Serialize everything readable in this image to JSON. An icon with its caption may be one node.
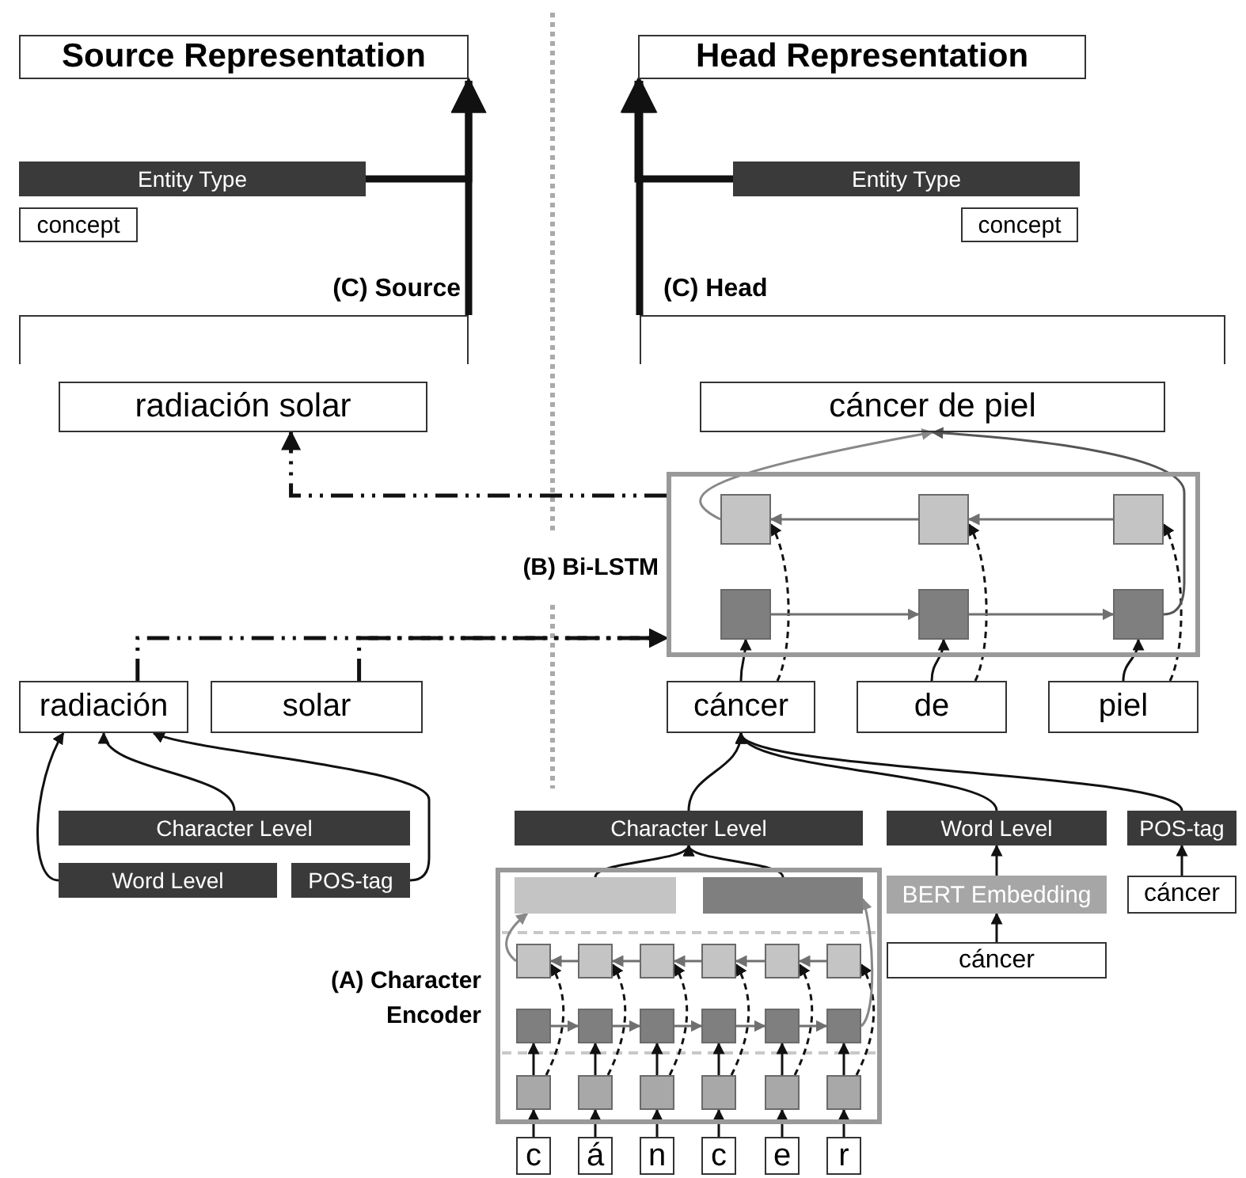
{
  "diagram": {
    "nodes": [
      {
        "text": [
          "Source Representation"
        ]
      },
      {
        "text": [
          "Head Representation"
        ]
      },
      {
        "text": [
          "Entity Type"
        ]
      },
      {
        "text": [
          "concept"
        ]
      },
      {
        "text": [
          "Entity Type"
        ]
      },
      {
        "text": [
          "concept"
        ]
      },
      {
        "text": [
          "(C) Source"
        ]
      },
      {
        "text": [
          "(C) Head"
        ]
      },
      {
        "text": [
          "radiación solar"
        ]
      },
      {
        "text": [
          "cáncer de piel"
        ]
      },
      {
        "text": [
          "(B) Bi-LSTM"
        ]
      },
      {
        "text": [],
        "shape": "box",
        "in": 10
      },
      {
        "text": [],
        "shape": "box",
        "in": 10
      },
      {
        "text": [],
        "shape": "box",
        "in": 10
      },
      {
        "text": [],
        "shape": "box",
        "in": 10
      },
      {
        "text": [],
        "shape": "box",
        "in": 10
      },
      {
        "text": [],
        "shape": "box",
        "in": 10
      },
      {
        "text": [
          "radiación"
        ]
      },
      {
        "text": [
          "solar"
        ]
      },
      {
        "text": [
          "cáncer"
        ]
      },
      {
        "text": [
          "de"
        ]
      },
      {
        "text": [
          "piel"
        ]
      },
      {
        "text": [
          "Character Level"
        ]
      },
      {
        "text": [
          "Word Level"
        ]
      },
      {
        "text": [
          "POS-tag"
        ]
      },
      {
        "text": [
          "Character Level"
        ]
      },
      {
        "text": [
          "Word Level"
        ]
      },
      {
        "text": [
          "POS-tag"
        ]
      },
      {
        "text": [
          "BERT Embedding"
        ]
      },
      {
        "text": [
          "cáncer"
        ]
      },
      {
        "text": [
          "cáncer"
        ]
      },
      {
        "text": [
          "(A) Character Encoder"
        ]
      },
      {
        "text": [],
        "shape": "bar",
        "in": 31
      },
      {
        "text": [],
        "shape": "bar",
        "in": 31
      },
      {
        "text": [],
        "shape": "box",
        "in": 31
      },
      {
        "text": [],
        "shape": "box",
        "in": 31
      },
      {
        "text": [],
        "shape": "box",
        "in": 31
      },
      {
        "text": [],
        "shape": "box",
        "in": 31
      },
      {
        "text": [],
        "shape": "box",
        "in": 31
      },
      {
        "text": [],
        "shape": "box",
        "in": 31
      },
      {
        "text": [],
        "shape": "box",
        "in": 31
      },
      {
        "text": [],
        "shape": "box",
        "in": 31
      },
      {
        "text": [],
        "shape": "box",
        "in": 31
      },
      {
        "text": [],
        "shape": "box",
        "in": 31
      },
      {
        "text": [],
        "shape": "box",
        "in": 31
      },
      {
        "text": [],
        "shape": "box",
        "in": 31
      },
      {
        "text": [],
        "shape": "box",
        "in": 31
      },
      {
        "text": [],
        "shape": "box",
        "in": 31
      },
      {
        "text": [],
        "shape": "box",
        "in": 31
      },
      {
        "text": [],
        "shape": "box",
        "in": 31
      },
      {
        "text": [],
        "shape": "box",
        "in": 31
      },
      {
        "text": [],
        "shape": "box",
        "in": 31
      },
      {
        "text": [
          "c"
        ]
      },
      {
        "text": [
          "á"
        ]
      },
      {
        "text": [
          "n"
        ]
      },
      {
        "text": [
          "c"
        ]
      },
      {
        "text": [
          "e"
        ]
      },
      {
        "text": [
          "r"
        ]
      }
    ],
    "edges": [
      {
        "from": 6,
        "to": 0,
        "arrow": "to",
        "style": "thick"
      },
      {
        "from": 2,
        "to": 0,
        "arrow": "to",
        "style": "thick"
      },
      {
        "from": 7,
        "to": 1,
        "arrow": "to",
        "style": "thick"
      },
      {
        "from": 4,
        "to": 1,
        "arrow": "to",
        "style": "thick"
      },
      {
        "from": 10,
        "to": 8,
        "arrow": "to",
        "style": "dashed"
      },
      {
        "from": 17,
        "to": 10,
        "arrow": "to",
        "style": "dashed"
      },
      {
        "from": 18,
        "to": 10,
        "arrow": "to",
        "style": "dashed"
      },
      {
        "from": 19,
        "to": 14,
        "arrow": "to"
      },
      {
        "from": 20,
        "to": 15,
        "arrow": "to"
      },
      {
        "from": 21,
        "to": 16,
        "arrow": "to"
      },
      {
        "from": 19,
        "to": 11,
        "arrow": "to",
        "style": "dashed"
      },
      {
        "from": 20,
        "to": 12,
        "arrow": "to",
        "style": "dashed"
      },
      {
        "from": 21,
        "to": 13,
        "arrow": "to",
        "style": "dashed"
      },
      {
        "from": 14,
        "to": 15,
        "arrow": "to",
        "color": "#707070"
      },
      {
        "from": 15,
        "to": 16,
        "arrow": "to",
        "color": "#707070"
      },
      {
        "from": 13,
        "to": 12,
        "arrow": "to",
        "color": "#707070"
      },
      {
        "from": 12,
        "to": 11,
        "arrow": "to",
        "color": "#707070"
      },
      {
        "from": 11,
        "to": 9,
        "arrow": "to",
        "color": "#888888"
      },
      {
        "from": 16,
        "to": 9,
        "arrow": "to",
        "color": "#555555"
      },
      {
        "from": 22,
        "to": 17,
        "arrow": "to"
      },
      {
        "from": 23,
        "to": 17,
        "arrow": "to"
      },
      {
        "from": 24,
        "to": 17,
        "arrow": "to"
      },
      {
        "from": 25,
        "to": 19,
        "arrow": "to"
      },
      {
        "from": 26,
        "to": 19,
        "arrow": "to"
      },
      {
        "from": 27,
        "to": 19,
        "arrow": "to"
      },
      {
        "from": 28,
        "to": 26,
        "arrow": "to"
      },
      {
        "from": 29,
        "to": 28,
        "arrow": "to"
      },
      {
        "from": 30,
        "to": 27,
        "arrow": "to"
      },
      {
        "from": 32,
        "to": 25,
        "arrow": "to"
      },
      {
        "from": 33,
        "to": 25,
        "arrow": "to"
      },
      {
        "from": 52,
        "to": 46,
        "arrow": "to"
      },
      {
        "from": 53,
        "to": 47,
        "arrow": "to"
      },
      {
        "from": 54,
        "to": 48,
        "arrow": "to"
      },
      {
        "from": 55,
        "to": 49,
        "arrow": "to"
      },
      {
        "from": 56,
        "to": 50,
        "arrow": "to"
      },
      {
        "from": 57,
        "to": 51,
        "arrow": "to"
      },
      {
        "from": 46,
        "to": 40,
        "arrow": "to"
      },
      {
        "from": 47,
        "to": 41,
        "arrow": "to"
      },
      {
        "from": 48,
        "to": 42,
        "arrow": "to"
      },
      {
        "from": 49,
        "to": 43,
        "arrow": "to"
      },
      {
        "from": 50,
        "to": 44,
        "arrow": "to"
      },
      {
        "from": 51,
        "to": 45,
        "arrow": "to"
      },
      {
        "from": 46,
        "to": 34,
        "arrow": "to",
        "style": "dashed"
      },
      {
        "from": 47,
        "to": 35,
        "arrow": "to",
        "style": "dashed"
      },
      {
        "from": 48,
        "to": 36,
        "arrow": "to",
        "style": "dashed"
      },
      {
        "from": 49,
        "to": 37,
        "arrow": "to",
        "style": "dashed"
      },
      {
        "from": 50,
        "to": 38,
        "arrow": "to",
        "style": "dashed"
      },
      {
        "from": 51,
        "to": 39,
        "arrow": "to",
        "style": "dashed"
      },
      {
        "from": 40,
        "to": 41,
        "arrow": "to",
        "color": "#707070"
      },
      {
        "from": 41,
        "to": 42,
        "arrow": "to",
        "color": "#707070"
      },
      {
        "from": 42,
        "to": 43,
        "arrow": "to",
        "color": "#707070"
      },
      {
        "from": 43,
        "to": 44,
        "arrow": "to",
        "color": "#707070"
      },
      {
        "from": 44,
        "to": 45,
        "arrow": "to",
        "color": "#707070"
      },
      {
        "from": 39,
        "to": 38,
        "arrow": "to",
        "color": "#707070"
      },
      {
        "from": 38,
        "to": 37,
        "arrow": "to",
        "color": "#707070"
      },
      {
        "from": 37,
        "to": 36,
        "arrow": "to",
        "color": "#707070"
      },
      {
        "from": 36,
        "to": 35,
        "arrow": "to",
        "color": "#707070"
      },
      {
        "from": 35,
        "to": 34,
        "arrow": "to",
        "color": "#707070"
      },
      {
        "from": 34,
        "to": 32,
        "arrow": "to",
        "color": "#888888"
      },
      {
        "from": 45,
        "to": 33,
        "arrow": "to",
        "color": "#888888"
      }
    ]
  }
}
